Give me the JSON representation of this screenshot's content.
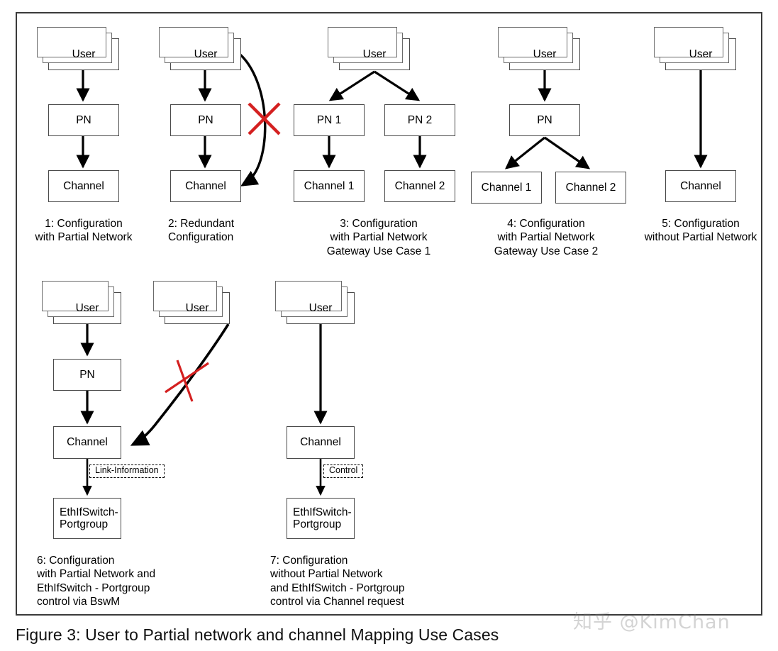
{
  "figure": {
    "caption": "Figure 3: User to Partial network and channel Mapping Use Cases",
    "watermark": "知乎 @KimChan"
  },
  "labels": {
    "user": "User",
    "pn": "PN",
    "pn1": "PN 1",
    "pn2": "PN 2",
    "channel": "Channel",
    "channel1": "Channel 1",
    "channel2": "Channel 2",
    "ethifswitch": "EthIfSwitch-\nPortgroup",
    "link_information": "Link-Information",
    "control": "Control"
  },
  "colors": {
    "box_border": "#4a4a4a",
    "stack_border": "#6a6a6a",
    "arrow": "#000000",
    "forbidden_x": "#d42020",
    "frame": "#3a3a3a",
    "background": "#ffffff"
  },
  "use_cases": [
    {
      "id": 1,
      "caption": "1: Configuration\nwith Partial Network",
      "nodes": [
        "User",
        "PN",
        "Channel"
      ],
      "edges": [
        {
          "from": "User",
          "to": "PN",
          "style": "straight"
        },
        {
          "from": "PN",
          "to": "Channel",
          "style": "straight"
        }
      ],
      "forbidden": false
    },
    {
      "id": 2,
      "caption": "2: Redundant\nConfiguration",
      "nodes": [
        "User",
        "PN",
        "Channel"
      ],
      "edges": [
        {
          "from": "User",
          "to": "PN",
          "style": "straight"
        },
        {
          "from": "PN",
          "to": "Channel",
          "style": "straight"
        },
        {
          "from": "User",
          "to": "Channel",
          "style": "curved",
          "forbidden": true
        }
      ],
      "forbidden": true
    },
    {
      "id": 3,
      "caption": "3: Configuration\nwith Partial Network\nGateway Use Case 1",
      "nodes": [
        "User",
        "PN 1",
        "PN 2",
        "Channel 1",
        "Channel 2"
      ],
      "edges": [
        {
          "from": "User",
          "to": "PN 1",
          "style": "diagonal"
        },
        {
          "from": "User",
          "to": "PN 2",
          "style": "diagonal"
        },
        {
          "from": "PN 1",
          "to": "Channel 1",
          "style": "straight"
        },
        {
          "from": "PN 2",
          "to": "Channel 2",
          "style": "straight"
        }
      ],
      "forbidden": false
    },
    {
      "id": 4,
      "caption": "4: Configuration\nwith Partial Network\nGateway Use Case 2",
      "nodes": [
        "User",
        "PN",
        "Channel 1",
        "Channel 2"
      ],
      "edges": [
        {
          "from": "User",
          "to": "PN",
          "style": "straight"
        },
        {
          "from": "PN",
          "to": "Channel 1",
          "style": "diagonal"
        },
        {
          "from": "PN",
          "to": "Channel 2",
          "style": "diagonal"
        }
      ],
      "forbidden": false
    },
    {
      "id": 5,
      "caption": "5: Configuration\nwithout Partial Network",
      "nodes": [
        "User",
        "Channel"
      ],
      "edges": [
        {
          "from": "User",
          "to": "Channel",
          "style": "straight"
        }
      ],
      "forbidden": false
    },
    {
      "id": 6,
      "caption": " 6: Configuration\nwith Partial Network and\nEthIfSwitch - Portgroup\ncontrol via BswM",
      "nodes": [
        "User",
        "PN",
        "Channel",
        "EthIfSwitch-Portgroup",
        "User"
      ],
      "edges": [
        {
          "from": "User",
          "to": "PN",
          "style": "straight"
        },
        {
          "from": "PN",
          "to": "Channel",
          "style": "straight"
        },
        {
          "from": "Channel",
          "to": "EthIfSwitch-Portgroup",
          "style": "straight",
          "label": "Link-Information"
        },
        {
          "from": "User",
          "to": "Channel",
          "style": "curved",
          "forbidden": true
        }
      ],
      "forbidden": true
    },
    {
      "id": 7,
      "caption": " 7: Configuration\nwithout Partial Network\nand EthIfSwitch - Portgroup\ncontrol via Channel request",
      "nodes": [
        "User",
        "Channel",
        "EthIfSwitch-Portgroup"
      ],
      "edges": [
        {
          "from": "User",
          "to": "Channel",
          "style": "straight"
        },
        {
          "from": "Channel",
          "to": "EthIfSwitch-Portgroup",
          "style": "straight",
          "label": "Control"
        }
      ],
      "forbidden": false
    }
  ]
}
